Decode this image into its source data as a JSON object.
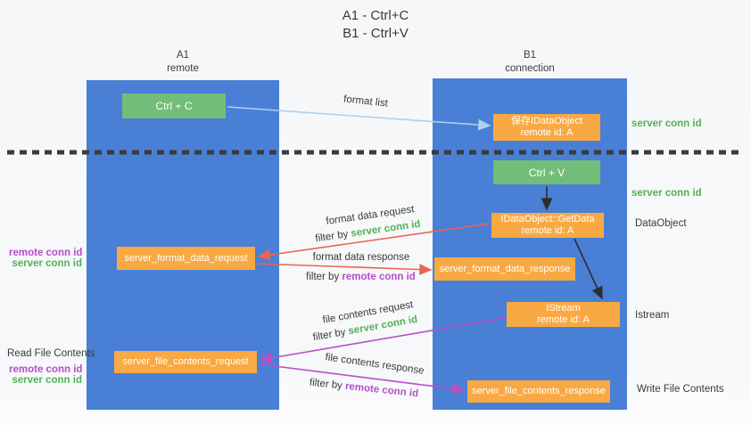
{
  "title": {
    "line1": "A1 - Ctrl+C",
    "line2": "B1 - Ctrl+V"
  },
  "columns": {
    "left": {
      "name": "A1",
      "subtitle": "remote"
    },
    "right": {
      "name": "B1",
      "subtitle": "connection"
    }
  },
  "nodes": {
    "ctrl_c": "Ctrl + C",
    "ctrl_v": "Ctrl + V",
    "save_dataobject": {
      "line1": "保存IDataObject",
      "line2": "remote id: A"
    },
    "getdata": {
      "line1": "IDataObject::GetData",
      "line2": "remote id: A"
    },
    "istream": {
      "line1": "IStream",
      "line2": "remote id: A"
    },
    "format_request": "server_format_data_request",
    "format_response": "server_format_data_response",
    "file_request": "server_file_contents_request",
    "file_response": "server_file_contents_response"
  },
  "side_labels": {
    "server_conn_id_top": "server conn id",
    "server_conn_id_mid": "server conn id",
    "dataobject": "DataObject",
    "istream": "Istream",
    "write_file": "Write File Contents",
    "read_file": "Read File Contents",
    "left_mid": {
      "remote": "remote conn id",
      "server": "server conn id"
    },
    "left_bottom": {
      "remote": "remote conn id",
      "server": "server conn id"
    }
  },
  "edge_labels": {
    "format_list": "format list",
    "format_request": "format data request",
    "format_request_filter": {
      "prefix": "filter by ",
      "highlight": "server conn id"
    },
    "format_response": "format data response",
    "format_response_filter": {
      "prefix": "filter by ",
      "highlight": "remote conn id"
    },
    "file_request": "file contents request",
    "file_request_filter": {
      "prefix": "filter by ",
      "highlight": "server conn id"
    },
    "file_response": "file contents response",
    "file_response_filter": {
      "prefix": "filter by ",
      "highlight": "remote conn id"
    }
  },
  "colors": {
    "column_fill": "#4a7fd6",
    "action_green": "#72bd78",
    "message_orange": "#f8a943",
    "conn_id_green": "#53b156",
    "conn_id_purple": "#b44ec8",
    "arrow_blue": "#a9d2ee",
    "arrow_red": "#ee6352",
    "arrow_purple": "#bb4ec4",
    "arrow_black": "#2e2e2e",
    "divider_black": "#3b3b3b"
  }
}
